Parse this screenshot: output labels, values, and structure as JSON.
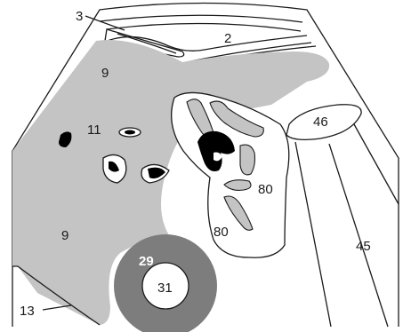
{
  "diagram": {
    "labels": {
      "l3": "3",
      "l2": "2",
      "l9_top": "9",
      "l11": "11",
      "l46": "46",
      "l80_a": "80",
      "l80_b": "80",
      "l9_bottom": "9",
      "l45": "45",
      "l29": "29",
      "l31": "31",
      "l13": "13"
    },
    "colors": {
      "tissue_gray": "#c4c4c4",
      "dark_ring": "#7d7d7d",
      "outline": "#1a1a1a",
      "background": "#ffffff"
    }
  }
}
